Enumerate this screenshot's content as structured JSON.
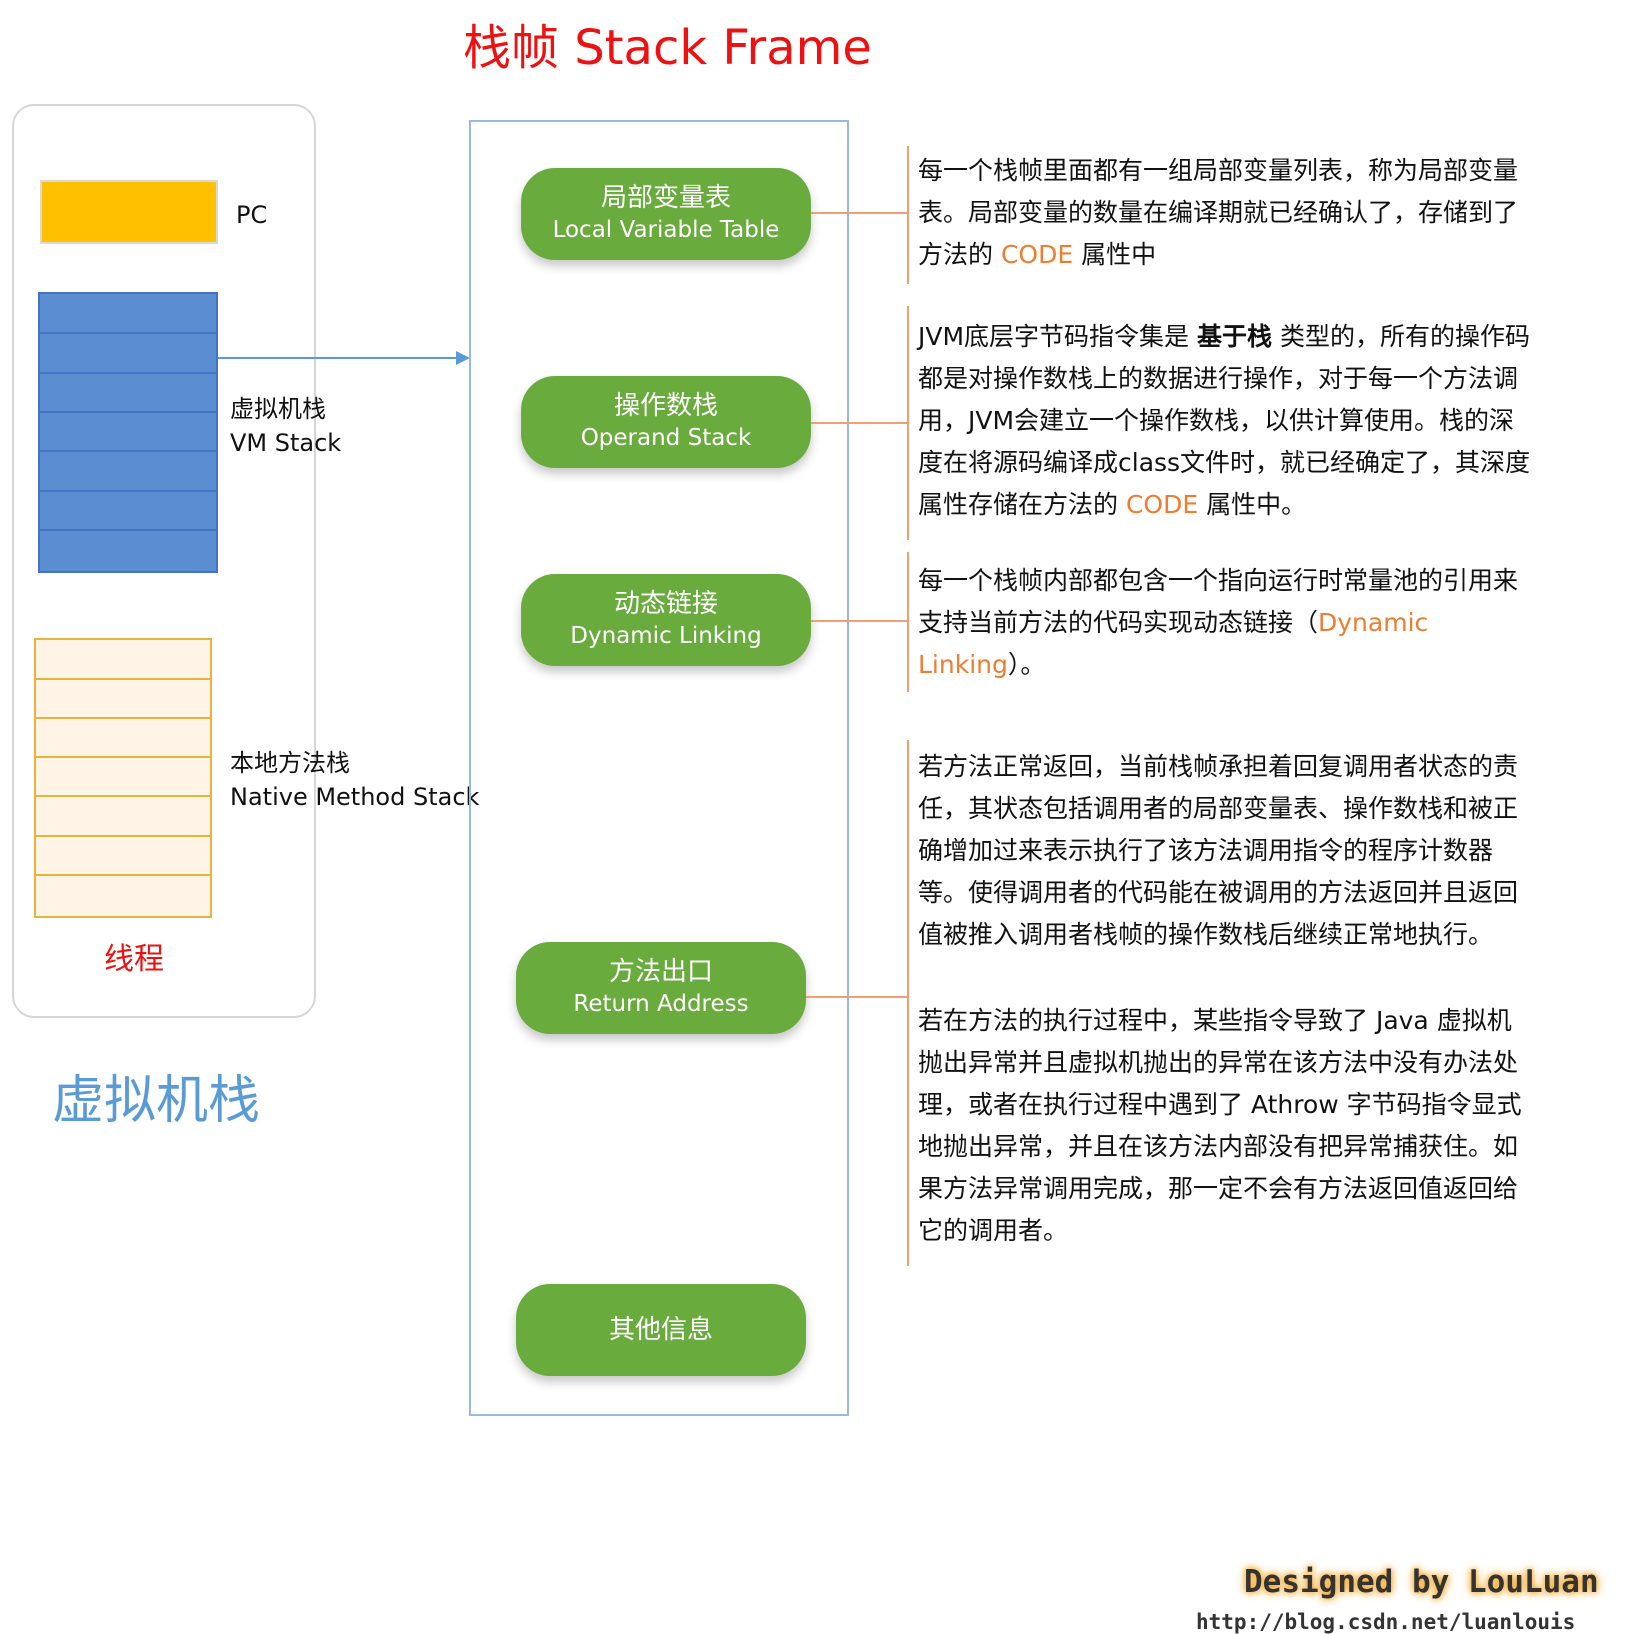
{
  "title": "栈帧  Stack Frame",
  "thread": {
    "pc_label": "PC",
    "vm_stack_label_zh": "虚拟机栈",
    "vm_stack_label_en": "VM Stack",
    "native_stack_label_zh": "本地方法栈",
    "native_stack_label_en": "Native Method Stack",
    "thread_label": "线程"
  },
  "bottom_caption": "虚拟机栈",
  "frame_items": [
    {
      "zh": "局部变量表",
      "en": "Local Variable Table"
    },
    {
      "zh": "操作数栈",
      "en": "Operand Stack"
    },
    {
      "zh": "动态链接",
      "en": "Dynamic Linking"
    },
    {
      "zh": "方法出口",
      "en": "Return Address"
    },
    {
      "zh": "其他信息",
      "en": ""
    }
  ],
  "descriptions": {
    "local_vars": {
      "l1": "每一个栈帧里面都有一组局部变量列表，称为局部变量",
      "l2": "表。局部变量的数量在编译期就已经确认了，存储到了",
      "l3a": "方法的 ",
      "l3hl": "CODE",
      "l3b": " 属性中"
    },
    "operand": {
      "l1a": "JVM底层字节码指令集是 ",
      "l1bold": "基于栈",
      "l1b": " 类型的，所有的操作码",
      "l2": "都是对操作数栈上的数据进行操作，对于每一个方法调",
      "l3": "用，JVM会建立一个操作数栈，以供计算使用。栈的深",
      "l4": "度在将源码编译成class文件时，就已经确定了，其深度",
      "l5a": "属性存储在方法的 ",
      "l5hl": "CODE",
      "l5b": " 属性中。"
    },
    "dynamic": {
      "l1": "每一个栈帧内部都包含一个指向运行时常量池的引用来",
      "l2a": "支持当前方法的代码实现动态链接（",
      "l2hl": "Dynamic",
      "l3hl": "Linking",
      "l3b": "）。"
    },
    "return_normal": {
      "l1": "若方法正常返回，当前栈帧承担着回复调用者状态的责",
      "l2": "任，其状态包括调用者的局部变量表、操作数栈和被正",
      "l3": "确增加过来表示执行了该方法调用指令的程序计数器",
      "l4": "等。使得调用者的代码能在被调用的方法返回并且返回",
      "l5": "值被推入调用者栈帧的操作数栈后继续正常地执行。"
    },
    "return_exception": {
      "l1": "若在方法的执行过程中，某些指令导致了 Java 虚拟机",
      "l2": "抛出异常并且虚拟机抛出的异常在该方法中没有办法处",
      "l3": "理，或者在执行过程中遇到了 Athrow 字节码指令显式",
      "l4": "地抛出异常，并且在该方法内部没有把异常捕获住。如",
      "l5": "果方法异常调用完成，那一定不会有方法返回值返回给",
      "l6": "它的调用者。"
    }
  },
  "signature": "Designed by LouLuan",
  "url": "http://blog.csdn.net/luanlouis",
  "colors": {
    "title": "#ee1111",
    "pill": "#6aab3e",
    "pc": "#ffc000",
    "vm_stack": "#5b8ed1",
    "native_stack": "#fff4e6",
    "connector": "#f0a070",
    "highlight": "#ed7d31",
    "arrow": "#5b9bd5",
    "caption": "#5b9bd5"
  }
}
